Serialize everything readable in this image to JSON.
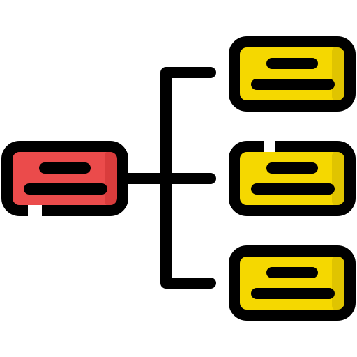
{
  "diagram": {
    "kind": "tree-structure-icon",
    "colors": {
      "stroke": "#000000",
      "root_fill": "#EB4B4B",
      "root_shadow": "#D93C3C",
      "child_fill": "#F5D800",
      "child_shadow": "#E0C400",
      "background": "#FFFFFF"
    },
    "root": {
      "name": "root-node",
      "text_lines": 2
    },
    "children": [
      {
        "name": "child-node-top",
        "text_lines": 2
      },
      {
        "name": "child-node-middle",
        "text_lines": 2
      },
      {
        "name": "child-node-bottom",
        "text_lines": 2
      }
    ],
    "connector": {
      "name": "tree-connector",
      "branches": 3
    }
  }
}
